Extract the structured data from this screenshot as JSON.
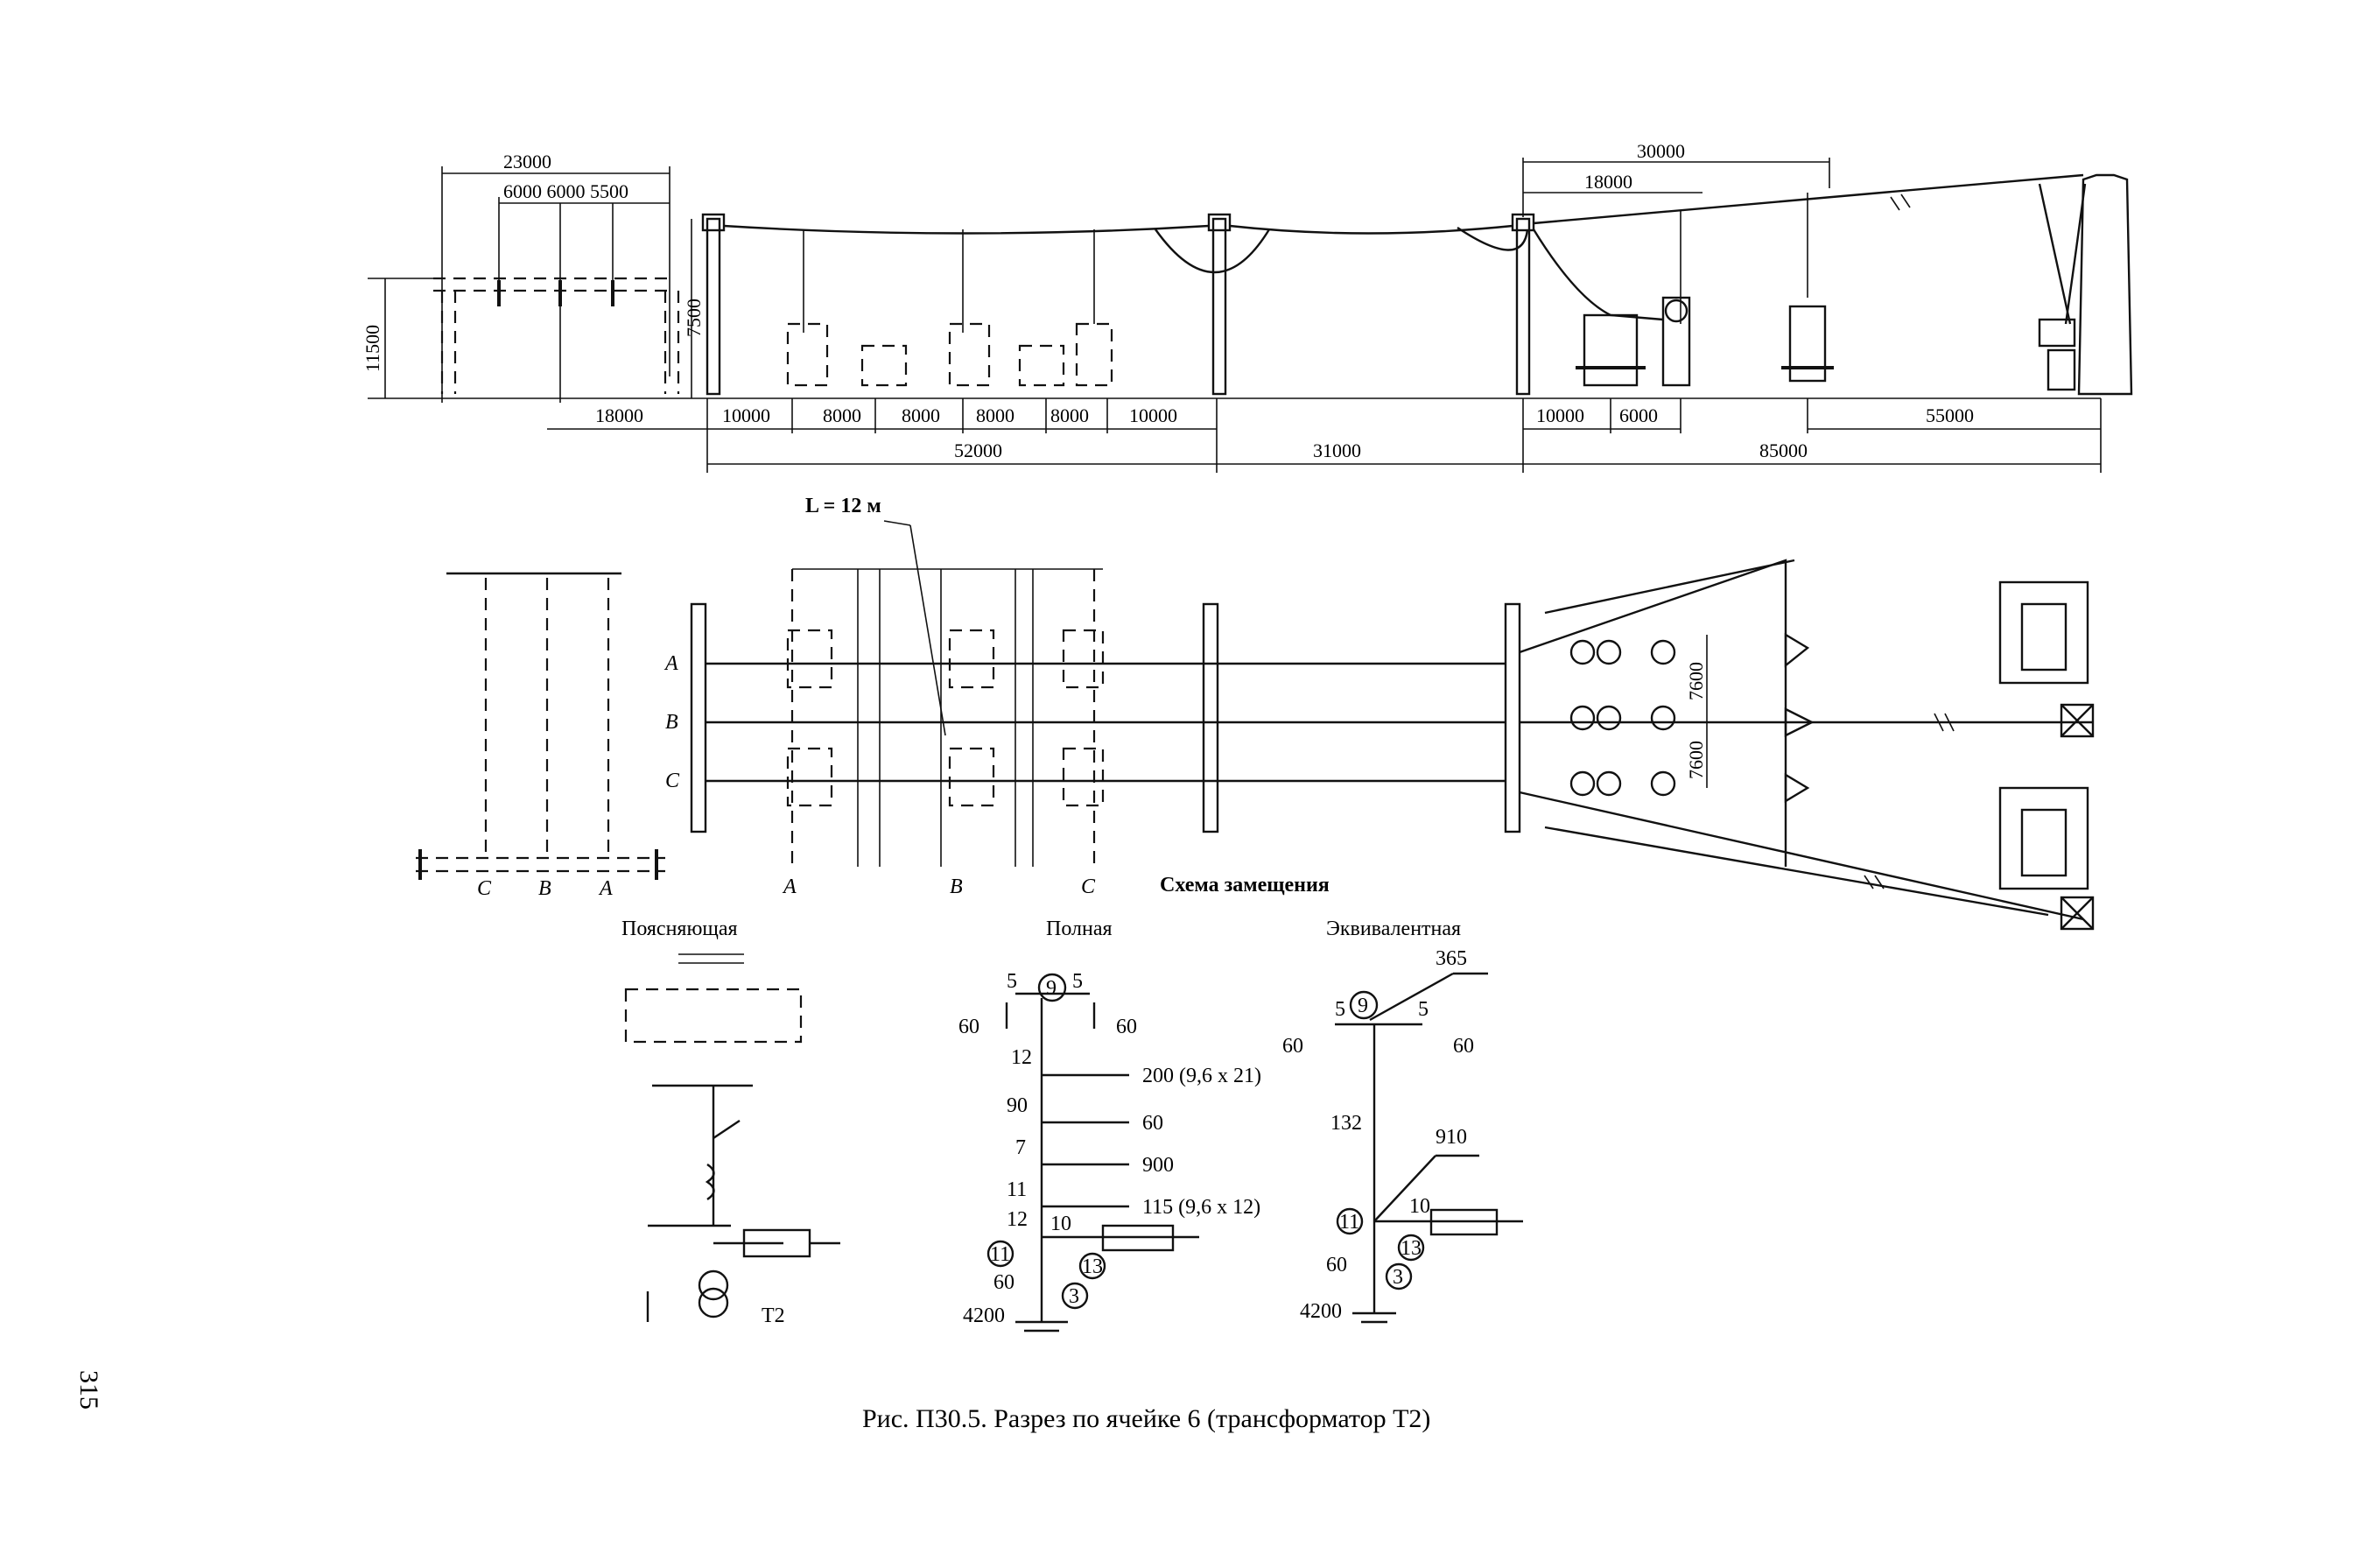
{
  "section_dims": {
    "top_23000": "23000",
    "top_sub": "6000 6000 5500",
    "h_11500": "11500",
    "h_7500": "7500",
    "d_18000_left": "18000",
    "d_10000_a": "10000",
    "d_8000_a": "8000",
    "d_8000_b": "8000",
    "d_8000_c": "8000",
    "d_8000_d": "8000",
    "d_10000_b": "10000",
    "d_52000": "52000",
    "d_31000": "31000",
    "d_30000": "30000",
    "d_18000_right": "18000",
    "d_10000_c": "10000",
    "d_6000": "6000",
    "d_55000": "55000",
    "d_85000": "85000"
  },
  "plan": {
    "l_label": "L = 12 м",
    "phases": [
      "A",
      "B",
      "C"
    ],
    "bottom_left_phases": [
      "C",
      "B",
      "A"
    ],
    "bottom_mid_phases": [
      "A",
      "B",
      "C"
    ],
    "d_7600_a": "7600",
    "d_7600_b": "7600"
  },
  "schemes": {
    "title": "Схема замещения",
    "explanatory": "Поясняющая",
    "full": "Полная",
    "equivalent": "Эквивалентная",
    "t2": "T2"
  },
  "full_scheme": {
    "n9": "9",
    "n11": "11",
    "n13": "13",
    "n3": "3",
    "l5a": "5",
    "l5b": "5",
    "l60a": "60",
    "l60b": "60",
    "l12a": "12",
    "l90": "90",
    "l7": "7",
    "l11": "11",
    "l12b": "12",
    "l10": "10",
    "l60c": "60",
    "l4200": "4200",
    "c200": "200 (9,6 x 21)",
    "c60": "60",
    "c900": "900",
    "c115": "115 (9,6 x 12)"
  },
  "eq_scheme": {
    "n9": "9",
    "n11": "11",
    "n13": "13",
    "n3": "3",
    "l365": "365",
    "l5a": "5",
    "l5b": "5",
    "l60a": "60",
    "l60b": "60",
    "l132": "132",
    "l910": "910",
    "l10": "10",
    "l60c": "60",
    "l4200": "4200"
  },
  "page_number": "315",
  "caption": "Рис. П30.5. Разрез по ячейке 6 (трансформатор Т2)"
}
